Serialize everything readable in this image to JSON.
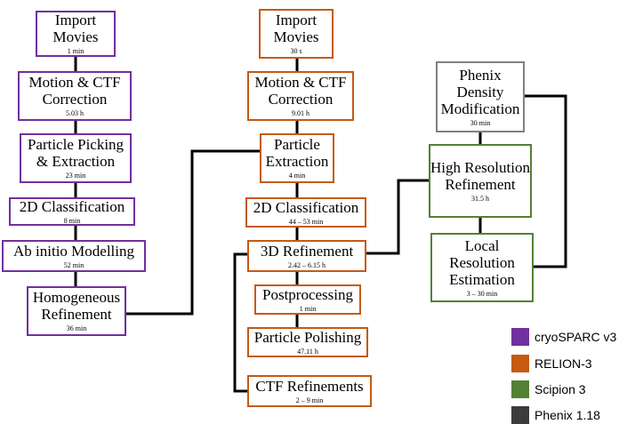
{
  "colors": {
    "cryosparc": "#7030a0",
    "relion": "#c55a11",
    "scipion": "#538135",
    "phenix": "#3c3c3c",
    "phenix_box_border": "#808080"
  },
  "cryosparc": {
    "import": {
      "label": "Import Movies",
      "time": "1 min"
    },
    "motion": {
      "label": "Motion & CTF Correction",
      "time": "5.03 h"
    },
    "picking": {
      "label": "Particle Picking & Extraction",
      "time": "23 min"
    },
    "class2d": {
      "label": "2D Classification",
      "time": "8 min"
    },
    "abinitio": {
      "label": "Ab initio Modelling",
      "time": "52 min"
    },
    "homogeneous": {
      "label": "Homogeneous Refinement",
      "time": "36 min"
    }
  },
  "relion": {
    "import": {
      "label": "Import Movies",
      "time": "30 s"
    },
    "motion": {
      "label": "Motion & CTF Correction",
      "time": "9.01 h"
    },
    "extraction": {
      "label": "Particle Extraction",
      "time": "4 min"
    },
    "class2d": {
      "label": "2D Classification",
      "time": "44 – 53 min"
    },
    "refine3d": {
      "label": "3D Refinement",
      "time": "2.42 – 6.15 h"
    },
    "postprocessing": {
      "label": "Postprocessing",
      "time": "1 min"
    },
    "polishing": {
      "label": "Particle Polishing",
      "time": "47.11 h"
    },
    "ctf_refinements": {
      "label": "CTF Refinements",
      "time": "2 – 9 min"
    }
  },
  "phenix": {
    "density": {
      "label": "Phenix Density Modification",
      "time": "30 min"
    }
  },
  "scipion": {
    "high_res": {
      "label": "High Resolution Refinement",
      "time": "31.5 h"
    },
    "local_res": {
      "label": "Local Resolution Estimation",
      "time": "3 – 30 min"
    }
  },
  "legend": [
    {
      "label": "cryoSPARC v3",
      "color": "#7030a0"
    },
    {
      "label": "RELION-3",
      "color": "#c55a11"
    },
    {
      "label": "Scipion 3",
      "color": "#538135"
    },
    {
      "label": "Phenix 1.18",
      "color": "#3c3c3c"
    }
  ]
}
